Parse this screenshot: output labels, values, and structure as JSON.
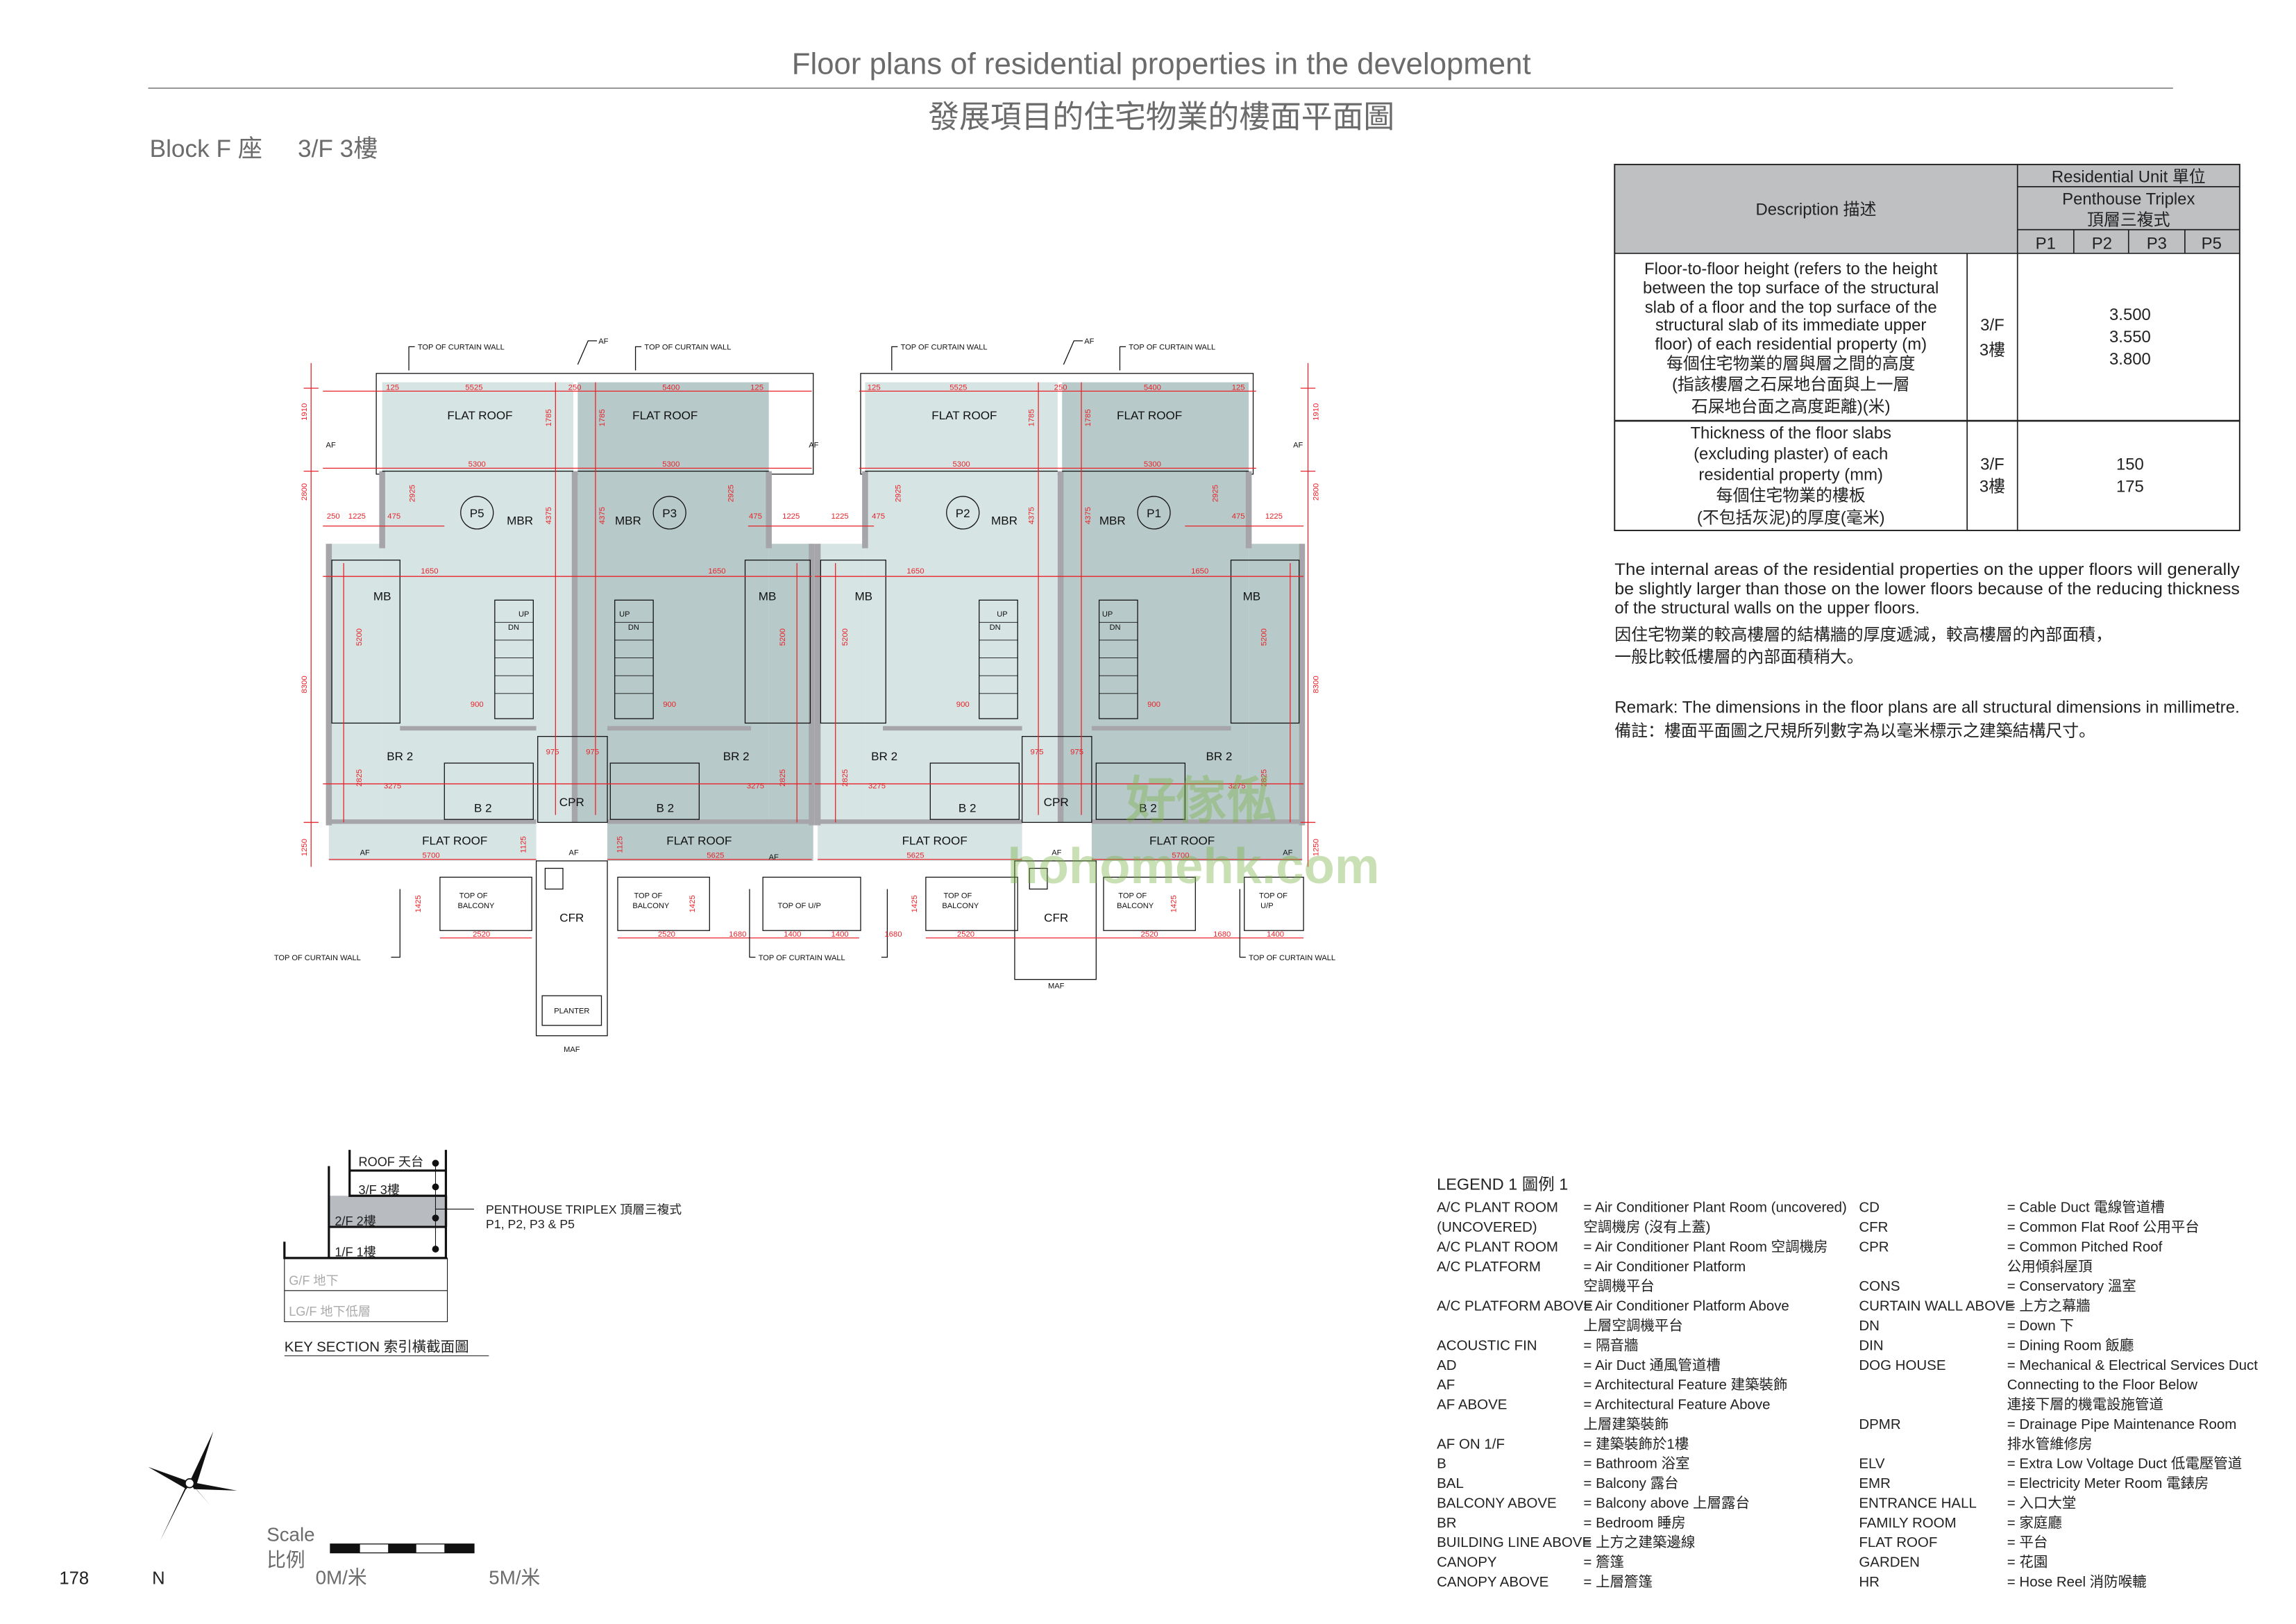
{
  "header": {
    "title_en": "Floor plans of residential properties in the development",
    "title_zh": "發展項目的住宅物業的樓面平面圖",
    "block": "Block F 座",
    "floor": "3/F 3樓"
  },
  "table": {
    "description_header": "Description 描述",
    "unit_header": "Residential Unit 單位",
    "type_en": "Penthouse Triplex",
    "type_zh": "頂層三複式",
    "units": [
      "P1",
      "P2",
      "P3",
      "P5"
    ],
    "rows": [
      {
        "desc": [
          "Floor-to-floor height (refers to the height",
          "between the top surface of the structural",
          "slab of a floor and the top surface of the",
          "structural slab of its immediate upper",
          "floor) of each residential property (m)",
          "每個住宅物業的層與層之間的高度",
          "(指該樓層之石屎地台面與上一層",
          "石屎地台面之高度距離)(米)"
        ],
        "floor_en": "3/F",
        "floor_zh": "3樓",
        "values": [
          "3.500",
          "3.550",
          "3.800"
        ]
      },
      {
        "desc": [
          "Thickness of the floor slabs",
          "(excluding plaster) of each",
          "residential property (mm)",
          "每個住宅物業的樓板",
          "(不包括灰泥)的厚度(毫米)"
        ],
        "floor_en": "3/F",
        "floor_zh": "3樓",
        "values": [
          "150",
          "175"
        ]
      }
    ]
  },
  "notes": {
    "lines": [
      "The internal areas of the residential properties on the upper floors will generally",
      "be slightly larger than those on the lower floors because of the reducing thickness",
      "of the structural walls on the upper floors.",
      "因住宅物業的較高樓層的結構牆的厚度遞減，較高樓層的內部面積，",
      "一般比較低樓層的內部面積稍大。"
    ],
    "remark_en": "Remark: The dimensions in the floor plans are all structural dimensions in millimetre.",
    "remark_zh": "備註：樓面平面圖之尺規所列數字為以毫米標示之建築結構尺寸。"
  },
  "plan": {
    "units": [
      "P5",
      "P3",
      "P2",
      "P1"
    ],
    "flat_roof": "FLAT ROOF",
    "mbr": "MBR",
    "mb": "MB",
    "br2": "BR 2",
    "b2": "B 2",
    "cpr": "CPR",
    "cfr": "CFR",
    "planter": "PLANTER",
    "maf": "MAF",
    "af": "AF",
    "up": "UP",
    "dn": "DN",
    "top_curtain_wall": "TOP OF CURTAIN WALL",
    "top_of": "TOP OF",
    "balcony": "BALCONY",
    "top_up": "TOP OF U/P",
    "dims": {
      "d5525": "5525",
      "d5400": "5400",
      "d5300": "5300",
      "d5700": "5700",
      "d5625": "5625",
      "d2520": "2520",
      "d1680": "1680",
      "d1400": "1400",
      "d1910": "1910",
      "d2800": "2800",
      "d8300": "8300",
      "d1250": "1250",
      "d125": "125",
      "d250": "250",
      "d1225": "1225",
      "d475": "475",
      "d1650": "1650",
      "d3275": "3275",
      "d2825": "2825",
      "d4375": "4375",
      "d5200": "5200",
      "d2925": "2925",
      "d1425": "1425",
      "d1785": "1785",
      "d975": "975",
      "d1125": "1125",
      "d900": "900"
    }
  },
  "key_section": {
    "floors": [
      "ROOF 天台",
      "3/F 3樓",
      "2/F 2樓",
      "1/F 1樓",
      "G/F 地下",
      "LG/F 地下低層"
    ],
    "callout_line1": "PENTHOUSE TRIPLEX 頂層三複式",
    "callout_line2": "P1, P2, P3 & P5",
    "title": "KEY SECTION 索引橫截面圖"
  },
  "scale": {
    "label_en": "Scale",
    "label_zh": "比例",
    "start": "0M/米",
    "end": "5M/米"
  },
  "north": "N",
  "page_number": "178",
  "legend": {
    "title": "LEGEND 1   圖例 1",
    "left": [
      {
        "t": "A/C PLANT ROOM",
        "d": "= Air Conditioner Plant Room (uncovered)"
      },
      {
        "t": "(UNCOVERED)",
        "d": "   空調機房 (沒有上蓋)"
      },
      {
        "t": "A/C PLANT ROOM",
        "d": "= Air Conditioner Plant Room 空調機房"
      },
      {
        "t": "A/C PLATFORM",
        "d": "= Air Conditioner Platform"
      },
      {
        "t": "",
        "d": "   空調機平台"
      },
      {
        "t": "A/C PLATFORM ABOVE",
        "d": "= Air Conditioner Platform Above"
      },
      {
        "t": "",
        "d": "   上層空調機平台"
      },
      {
        "t": "ACOUSTIC FIN",
        "d": "= 隔音牆"
      },
      {
        "t": "AD",
        "d": "= Air Duct 通風管道槽"
      },
      {
        "t": "AF",
        "d": "= Architectural Feature 建築裝飾"
      },
      {
        "t": "AF ABOVE",
        "d": "= Architectural Feature Above"
      },
      {
        "t": "",
        "d": "   上層建築裝飾"
      },
      {
        "t": "AF ON 1/F",
        "d": "= 建築裝飾於1樓"
      },
      {
        "t": "B",
        "d": "= Bathroom 浴室"
      },
      {
        "t": "BAL",
        "d": "= Balcony 露台"
      },
      {
        "t": "BALCONY ABOVE",
        "d": "= Balcony above 上層露台"
      },
      {
        "t": "BR",
        "d": "= Bedroom 睡房"
      },
      {
        "t": "BUILDING LINE ABOVE",
        "d": "= 上方之建築邊線"
      },
      {
        "t": "CANOPY",
        "d": "= 簷篷"
      },
      {
        "t": "CANOPY ABOVE",
        "d": "= 上層簷篷"
      }
    ],
    "right": [
      {
        "t": "CD",
        "d": "= Cable Duct 電線管道槽"
      },
      {
        "t": "CFR",
        "d": "= Common Flat Roof 公用平台"
      },
      {
        "t": "CPR",
        "d": "= Common Pitched Roof"
      },
      {
        "t": "",
        "d": "   公用傾斜屋頂"
      },
      {
        "t": "CONS",
        "d": "= Conservatory 溫室"
      },
      {
        "t": "CURTAIN WALL ABOVE",
        "d": "= 上方之幕牆"
      },
      {
        "t": "DN",
        "d": "= Down 下"
      },
      {
        "t": "DIN",
        "d": "= Dining Room 飯廳"
      },
      {
        "t": "DOG HOUSE",
        "d": "= Mechanical & Electrical Services Duct"
      },
      {
        "t": "",
        "d": "   Connecting to the Floor Below"
      },
      {
        "t": "",
        "d": "   連接下層的機電設施管道"
      },
      {
        "t": "DPMR",
        "d": "= Drainage Pipe Maintenance Room"
      },
      {
        "t": "",
        "d": "   排水管維修房"
      },
      {
        "t": "ELV",
        "d": "= Extra Low Voltage Duct 低電壓管道"
      },
      {
        "t": "EMR",
        "d": "= Electricity Meter Room 電錶房"
      },
      {
        "t": "ENTRANCE HALL",
        "d": "= 入口大堂"
      },
      {
        "t": "FAMILY ROOM",
        "d": "= 家庭廳"
      },
      {
        "t": "FLAT ROOF",
        "d": "= 平台"
      },
      {
        "t": "GARDEN",
        "d": "= 花園"
      },
      {
        "t": "HR",
        "d": "= Hose Reel 消防喉轆"
      }
    ]
  },
  "watermark": "好傢俬 hohomehk.com",
  "colors": {
    "dimension": "#e8232a",
    "unit_fill_light": "#d6e4e3",
    "unit_fill_dark": "#b7c9c8",
    "wall": "#a6a6aa",
    "table_header": "#bfc0c2"
  }
}
